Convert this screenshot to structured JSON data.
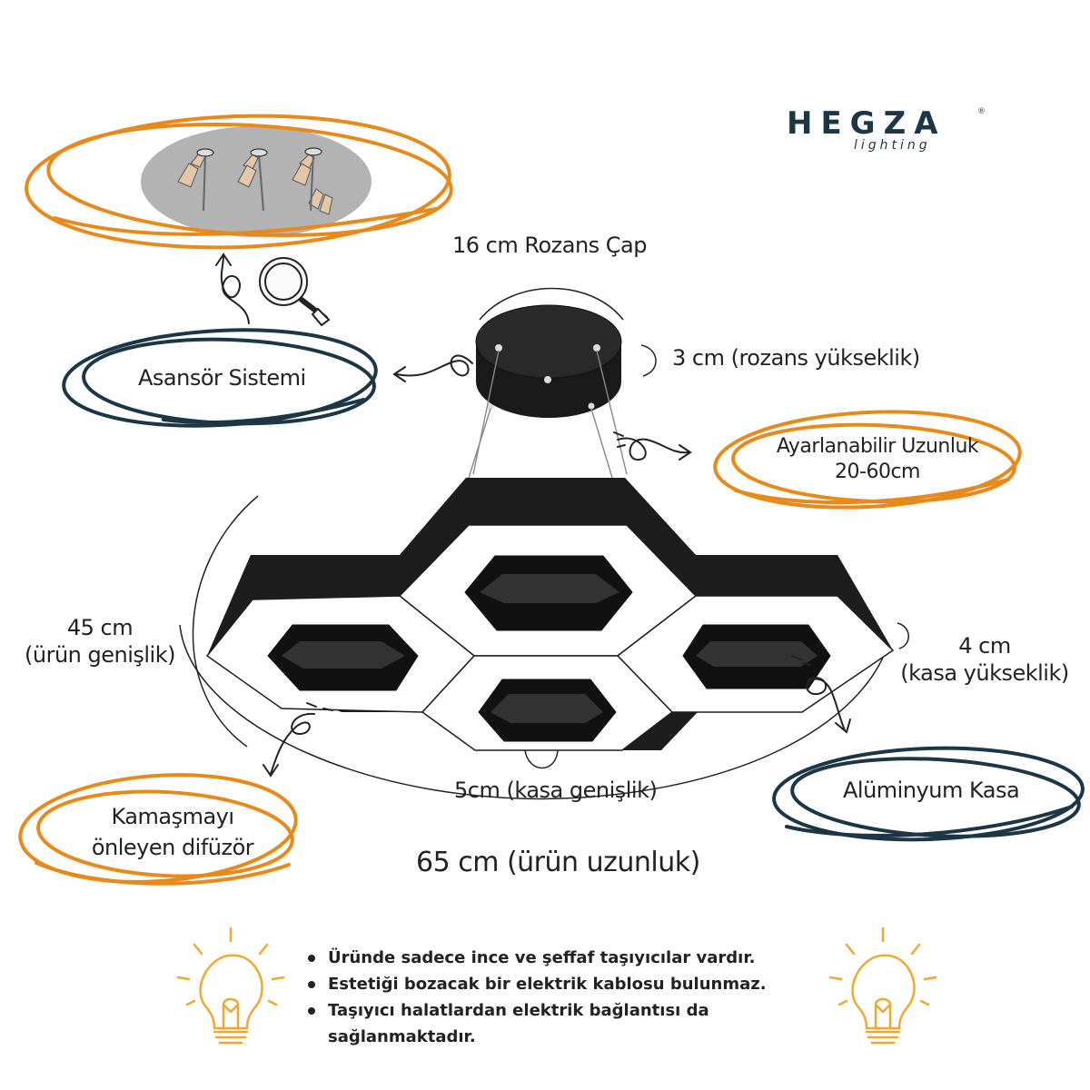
{
  "brand": {
    "name": "HEGZA",
    "sub": "lighting",
    "reg": "®",
    "color": "#1c3645",
    "accent": "#e8891b"
  },
  "labels": {
    "rozans_cap": "16 cm Rozans Çap",
    "rozans_yukseklik": "3 cm (rozans yükseklik)",
    "asansor": "Asansör Sistemi",
    "uzunluk_1": "Ayarlanabilir Uzunluk",
    "uzunluk_2": "20-60cm",
    "genislik_1": "45 cm",
    "genislik_2": "(ürün genişlik)",
    "kasa_yuk_1": "4 cm",
    "kasa_yuk_2": "(kasa yükseklik)",
    "kasa_gen": "5cm (kasa genişlik)",
    "aluminyum": "Alüminyum Kasa",
    "difuzor_1": "Kamaşmayı",
    "difuzor_2": "önleyen difüzör",
    "uzunluk_urun": "65 cm (ürün uzunluk)"
  },
  "bullets": [
    "Üründe sadece ince ve şeffaf taşıyıcılar vardır.",
    "Estetiği bozacak bir elektrik kablosu bulunmaz.",
    "Taşıyıcı halatlardan elektrik bağlantısı da sağlanmaktadır."
  ],
  "colors": {
    "orange": "#e8891b",
    "navy": "#1c3645",
    "frame": "#1d1d1d",
    "inset": "#b3b3b3",
    "bulb": "#f0a830"
  }
}
